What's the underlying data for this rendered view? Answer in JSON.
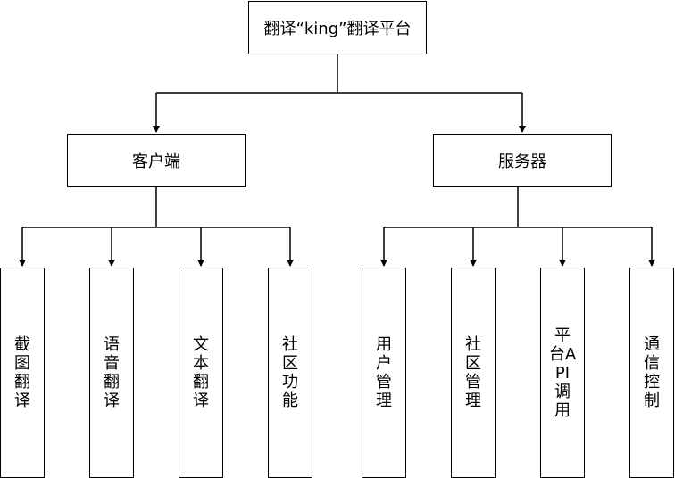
{
  "root": {
    "label": "翻译“king”翻译平台"
  },
  "branches": {
    "client": {
      "label": "客户端",
      "leaves": [
        "截图翻译",
        "语音翻译",
        "文本翻译",
        "社区功能"
      ]
    },
    "server": {
      "label": "服务器",
      "leaves": [
        "用户管理",
        "社区管理",
        "平台API调用",
        "通信控制"
      ]
    }
  },
  "colors": {
    "stroke": "#000000",
    "fill": "#ffffff",
    "text": "#000000"
  }
}
